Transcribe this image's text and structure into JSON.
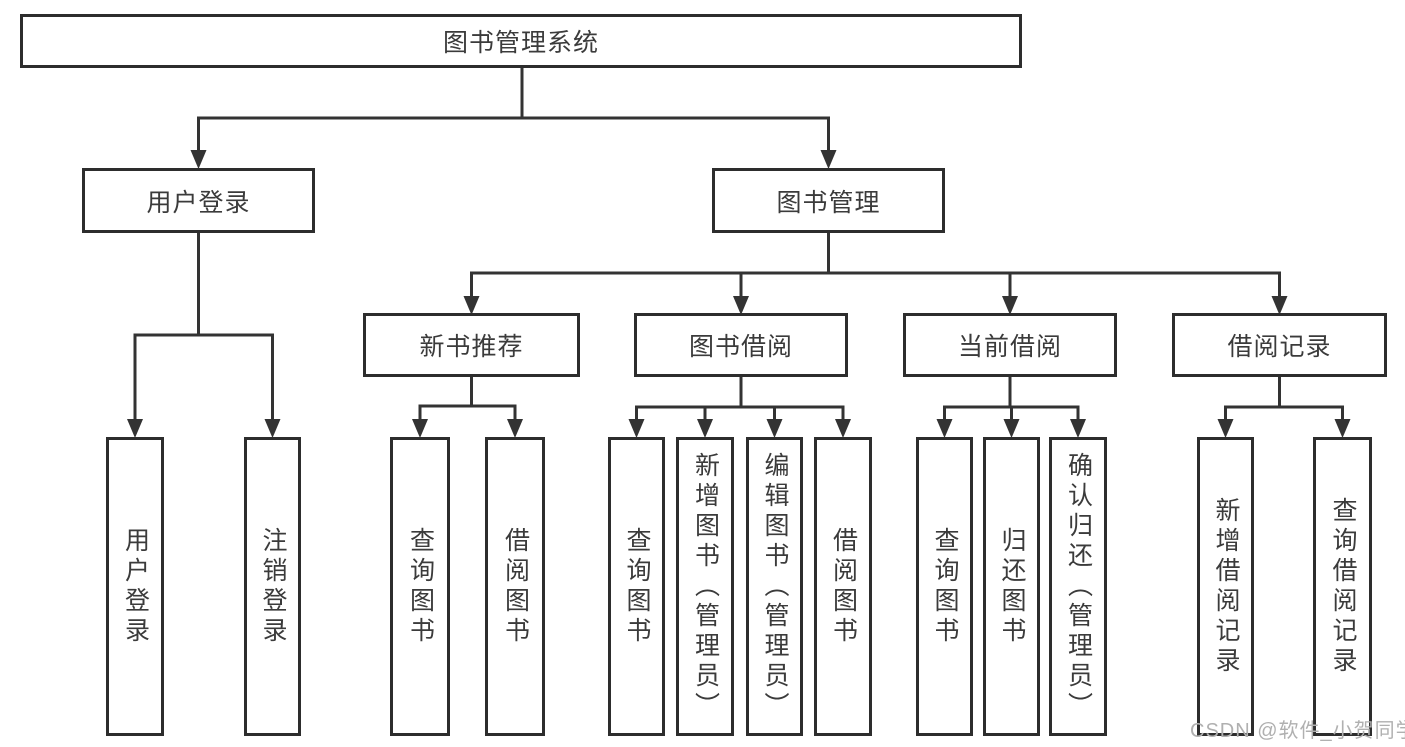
{
  "nodes": {
    "root": {
      "label": "图书管理系统"
    },
    "level2": [
      {
        "label": "用户登录"
      },
      {
        "label": "图书管理"
      }
    ],
    "level3": [
      {
        "label": "新书推荐",
        "parent": "图书管理"
      },
      {
        "label": "图书借阅",
        "parent": "图书管理"
      },
      {
        "label": "当前借阅",
        "parent": "图书管理"
      },
      {
        "label": "借阅记录",
        "parent": "图书管理"
      }
    ],
    "leaves": [
      {
        "label": "用户登录",
        "parent": "用户登录"
      },
      {
        "label": "注销登录",
        "parent": "用户登录"
      },
      {
        "label": "查询图书",
        "parent": "新书推荐"
      },
      {
        "label": "借阅图书",
        "parent": "新书推荐"
      },
      {
        "label": "查询图书",
        "parent": "图书借阅"
      },
      {
        "label": "新增图书（管理员）",
        "parent": "图书借阅"
      },
      {
        "label": "编辑图书（管理员）",
        "parent": "图书借阅"
      },
      {
        "label": "借阅图书",
        "parent": "图书借阅"
      },
      {
        "label": "查询图书",
        "parent": "当前借阅"
      },
      {
        "label": "归还图书",
        "parent": "当前借阅"
      },
      {
        "label": "确认归还（管理员）",
        "parent": "当前借阅"
      },
      {
        "label": "新增借阅记录",
        "parent": "借阅记录"
      },
      {
        "label": "查询借阅记录",
        "parent": "借阅记录"
      }
    ]
  },
  "watermark": {
    "text": "CSDN @软件_小贺同学"
  },
  "colors": {
    "line": "#333333",
    "box_border": "#2d2d2d",
    "text": "#3b3b3b",
    "watermark": "#b0b0b0",
    "background": "#ffffff"
  }
}
